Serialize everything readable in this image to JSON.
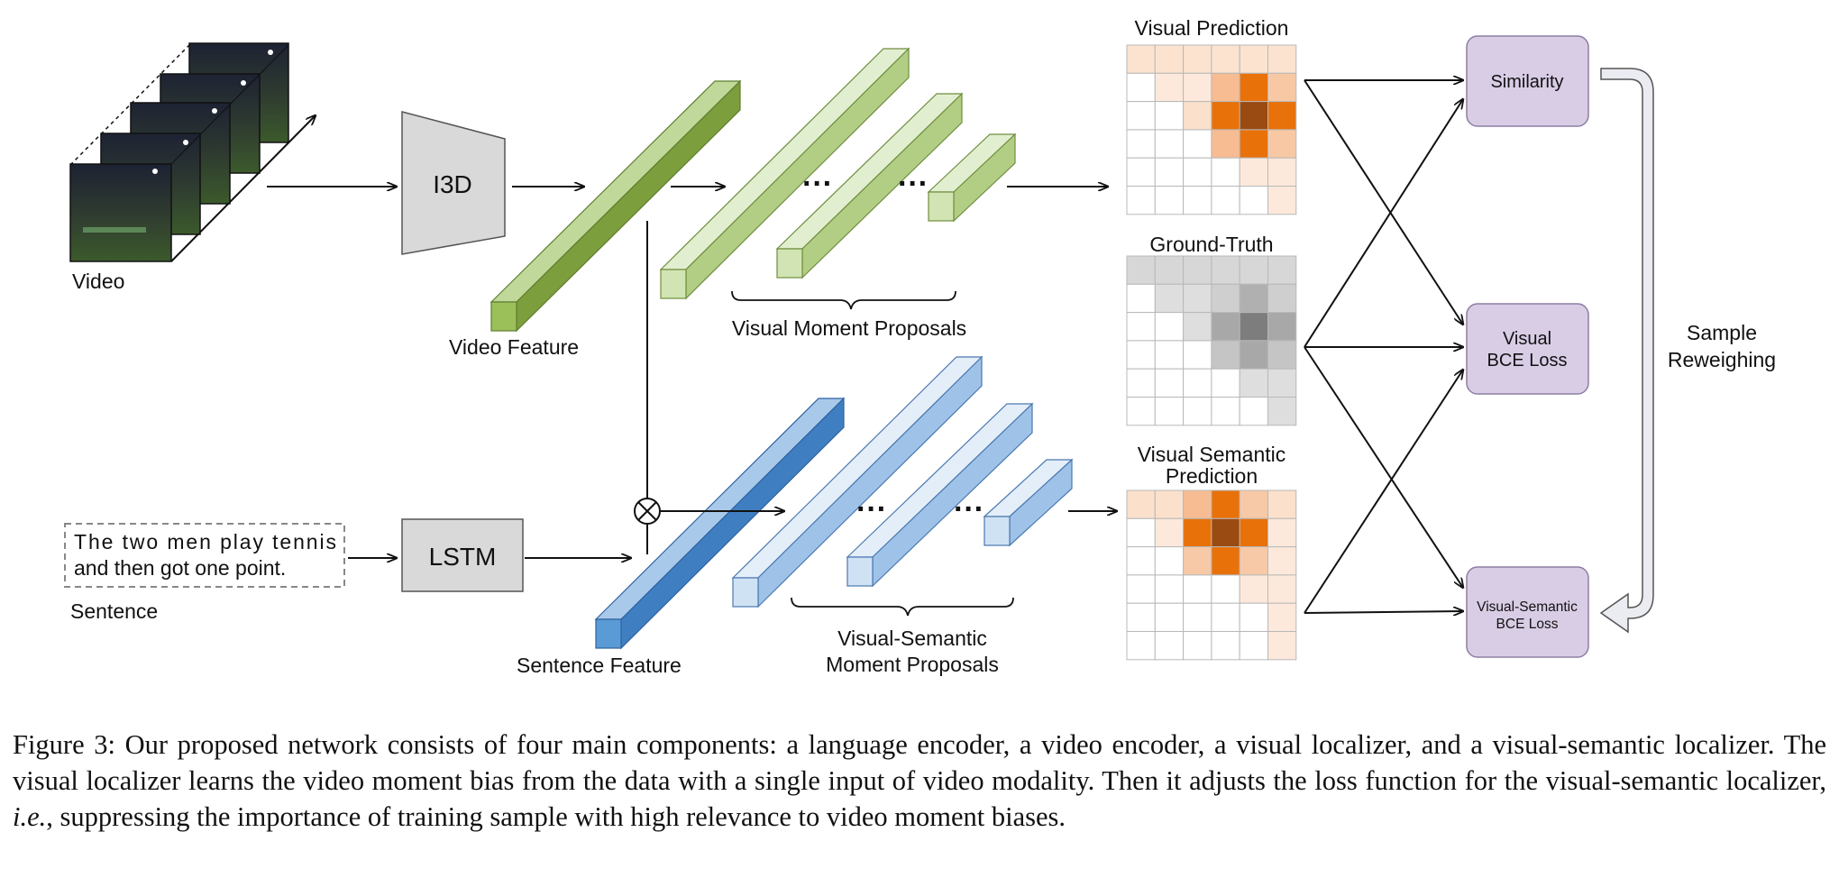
{
  "labels": {
    "video": "Video",
    "i3d": "I3D",
    "video_feature": "Video Feature",
    "visual_moment_proposals": "Visual Moment Proposals",
    "visual_prediction": "Visual Prediction",
    "ground_truth": "Ground-Truth",
    "visual_semantic_prediction_line1": "Visual Semantic",
    "visual_semantic_prediction_line2": "Prediction",
    "similarity": "Similarity",
    "visual_bce_line1": "Visual",
    "visual_bce_line2": "BCE Loss",
    "vs_bce_line1": "Visual-Semantic",
    "vs_bce_line2": "BCE Loss",
    "sample_reweighing_line1": "Sample",
    "sample_reweighing_line2": "Reweighing",
    "sentence_text_line1": "The two men play tennis",
    "sentence_text_line2": "and then got one point.",
    "sentence": "Sentence",
    "lstm": "LSTM",
    "sentence_feature": "Sentence Feature",
    "vs_moment_proposals_line1": "Visual-Semantic",
    "vs_moment_proposals_line2": "Moment Proposals",
    "dots": "···",
    "multiply": "⊗"
  },
  "caption": {
    "prefix": "Figure 3: Our proposed network consists of four main components: a language encoder, a video encoder, a visual localizer, and a visual-semantic localizer. The visual localizer learns the video moment bias from the data with a single input of video modality. Then it adjusts the loss function for the visual-semantic localizer, ",
    "ie": "i.e.",
    "suffix": ", suppressing the importance of training sample with high relevance to video moment biases."
  },
  "heatmaps": {
    "visual_prediction": [
      [
        "#fbe3cf",
        "#fbe3cf",
        "#fbe3cf",
        "#fbe3cf",
        "#fbe3cf",
        "#fbe3cf"
      ],
      [
        "#ffffff",
        "#fde9db",
        "#fde9db",
        "#f7bc92",
        "#e8710a",
        "#f8c8a4"
      ],
      [
        "#ffffff",
        "#ffffff",
        "#fbe0cc",
        "#e8710a",
        "#9a4b12",
        "#e8710a"
      ],
      [
        "#ffffff",
        "#ffffff",
        "#ffffff",
        "#f7bc92",
        "#e8710a",
        "#f8c8a4"
      ],
      [
        "#ffffff",
        "#ffffff",
        "#ffffff",
        "#ffffff",
        "#fde9db",
        "#fde9db"
      ],
      [
        "#ffffff",
        "#ffffff",
        "#ffffff",
        "#ffffff",
        "#ffffff",
        "#fde9db"
      ]
    ],
    "ground_truth": [
      [
        "#d7d7d7",
        "#d7d7d7",
        "#d7d7d7",
        "#d7d7d7",
        "#d7d7d7",
        "#d7d7d7"
      ],
      [
        "#ffffff",
        "#dedede",
        "#dedede",
        "#cfcfcf",
        "#b0b0b0",
        "#cfcfcf"
      ],
      [
        "#ffffff",
        "#ffffff",
        "#dedede",
        "#a8a8a8",
        "#7d7d7d",
        "#a8a8a8"
      ],
      [
        "#ffffff",
        "#ffffff",
        "#ffffff",
        "#c5c5c5",
        "#a8a8a8",
        "#c5c5c5"
      ],
      [
        "#ffffff",
        "#ffffff",
        "#ffffff",
        "#ffffff",
        "#dedede",
        "#dedede"
      ],
      [
        "#ffffff",
        "#ffffff",
        "#ffffff",
        "#ffffff",
        "#ffffff",
        "#dedede"
      ]
    ],
    "visual_semantic_prediction": [
      [
        "#fbe0cc",
        "#fbe0cc",
        "#f7bc92",
        "#e8710a",
        "#f7c9a7",
        "#fbe0cc"
      ],
      [
        "#ffffff",
        "#fde9db",
        "#e8710a",
        "#9a4b12",
        "#e8710a",
        "#fde9db"
      ],
      [
        "#ffffff",
        "#ffffff",
        "#f7c9a7",
        "#e8710a",
        "#f7c9a7",
        "#fde9db"
      ],
      [
        "#ffffff",
        "#ffffff",
        "#ffffff",
        "#ffffff",
        "#fde9db",
        "#fde9db"
      ],
      [
        "#ffffff",
        "#ffffff",
        "#ffffff",
        "#ffffff",
        "#ffffff",
        "#fde9db"
      ],
      [
        "#ffffff",
        "#ffffff",
        "#ffffff",
        "#ffffff",
        "#ffffff",
        "#fde9db"
      ]
    ]
  },
  "colors": {
    "green_front": "#9bc05a",
    "green_top": "#c0d89a",
    "green_side": "#7c9e3c",
    "green_light_front": "#d2e4b3",
    "green_light_top": "#e2eed0",
    "green_light_side": "#b2ce85",
    "blue_front": "#5b9bd5",
    "blue_top": "#a9c9ea",
    "blue_side": "#3f7fc1",
    "blue_light_front": "#cfe2f4",
    "blue_light_top": "#e4eef9",
    "blue_light_side": "#9fc3e8",
    "loss_box": "#d9cde6",
    "loss_border": "#8d7fa3",
    "encoder_box": "#d9d9d9",
    "reweigh_arrow": "#ebebf2"
  }
}
